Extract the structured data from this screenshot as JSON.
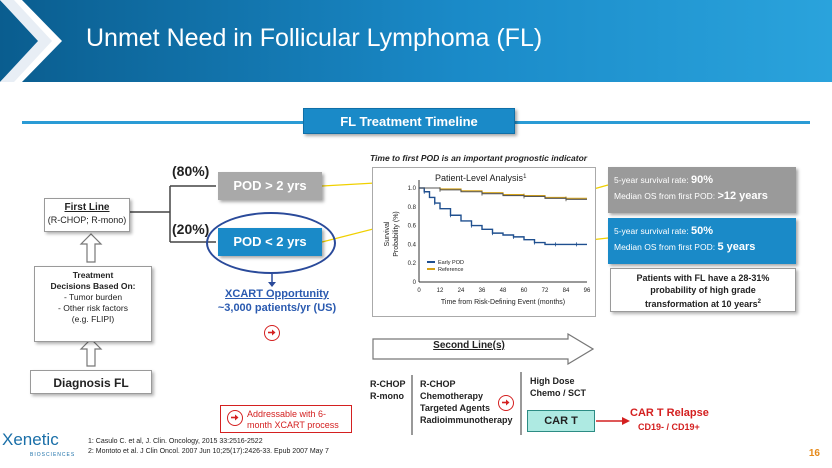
{
  "header": {
    "title": "Unmet Need in Follicular Lymphoma (FL)"
  },
  "timeline_label": "FL Treatment Timeline",
  "left": {
    "first_line_title": "First Line",
    "first_line_sub": "(R-CHOP; R-mono)",
    "treatment_title_1": "Treatment",
    "treatment_title_2": "Decisions Based On:",
    "treatment_items": [
      "- Tumor burden",
      "- Other risk factors",
      "(e.g. FLIPI)"
    ],
    "diagnosis": "Diagnosis  FL"
  },
  "branches": {
    "pct_top": "(80%)",
    "pct_bottom": "(20%)",
    "pod_top": "POD > 2 yrs",
    "pod_bottom": "POD < 2 yrs",
    "xcart_line1": "XCART Opportunity",
    "xcart_line2": "~3,000 patients/yr (US)"
  },
  "chart_caption": "Time to first POD is an important prognostic indicator",
  "chart_data": {
    "type": "line",
    "title": "Patient-Level Analysis",
    "title_sup": "1",
    "xlabel": "Time from Risk-Defining Event (months)",
    "ylabel_1": "Survival",
    "ylabel_2": "Probability (%)",
    "x_ticks": [
      0,
      12,
      24,
      36,
      48,
      60,
      72,
      84,
      96
    ],
    "y_ticks": [
      "0",
      "0.2",
      "0.4",
      "0.6",
      "0.8",
      "1.0"
    ],
    "xlim": [
      0,
      96
    ],
    "ylim": [
      0,
      1
    ],
    "series": [
      {
        "name": "Early POD",
        "color": "#1f4f8f",
        "x": [
          0,
          3,
          6,
          9,
          12,
          18,
          24,
          30,
          36,
          42,
          48,
          54,
          60,
          66,
          72,
          78,
          84,
          90,
          96
        ],
        "y": [
          1.0,
          0.96,
          0.9,
          0.84,
          0.78,
          0.71,
          0.65,
          0.6,
          0.56,
          0.52,
          0.5,
          0.48,
          0.45,
          0.42,
          0.4,
          0.4,
          0.4,
          0.4,
          0.4
        ]
      },
      {
        "name": "Reference",
        "color": "#d4a21a",
        "x": [
          0,
          12,
          24,
          36,
          48,
          60,
          72,
          84,
          96
        ],
        "y": [
          1.0,
          0.99,
          0.97,
          0.95,
          0.93,
          0.92,
          0.9,
          0.89,
          0.89
        ]
      },
      {
        "name": "",
        "color": "#555555",
        "x": [
          0,
          12,
          24,
          36,
          48,
          60,
          72,
          84,
          96
        ],
        "y": [
          1.0,
          0.98,
          0.96,
          0.94,
          0.92,
          0.91,
          0.89,
          0.88,
          0.88
        ]
      }
    ]
  },
  "stats": {
    "top_rate_label": "5-year survival rate: ",
    "top_rate_value": "90%",
    "top_os_label": "Median OS from first POD: ",
    "top_os_value": ">12 years",
    "bottom_rate_label": "5-year survival rate: ",
    "bottom_rate_value": "50%",
    "bottom_os_label": "Median OS from first POD: ",
    "bottom_os_value": "5 years",
    "transformation_1": "Patients with FL have a 28-31%",
    "transformation_2": "probability of high grade",
    "transformation_3": "transformation at 10 years",
    "transformation_sup": "2"
  },
  "second_line": {
    "label": "Second Line(s)",
    "col1": [
      "R-CHOP",
      "R-mono"
    ],
    "col2": [
      "R-CHOP",
      "Chemotherapy",
      "Targeted Agents",
      "Radioimmunotherapy"
    ],
    "col3": [
      "High Dose",
      "Chemo / SCT"
    ],
    "cart": "CAR T",
    "relapse": "CAR T Relapse",
    "relapse_sub": "CD19- / CD19+"
  },
  "addressable": {
    "line1": "Addressable with 6-",
    "line2": "month  XCART process"
  },
  "footnotes": [
    "1: Casulo C. et al, J. Clin. Oncology, 2015 33:2516-2522",
    "2: Montoto et al. J Clin Oncol. 2007 Jun 10;25(17):2426-33. Epub 2007 May 7"
  ],
  "page_number": "16",
  "brand": {
    "name": "Xenetic",
    "sub": "BIOSCIENCES"
  },
  "colors": {
    "accent": "#1a8ac8",
    "alert": "#d42020",
    "gray": "#9a9a9a"
  }
}
